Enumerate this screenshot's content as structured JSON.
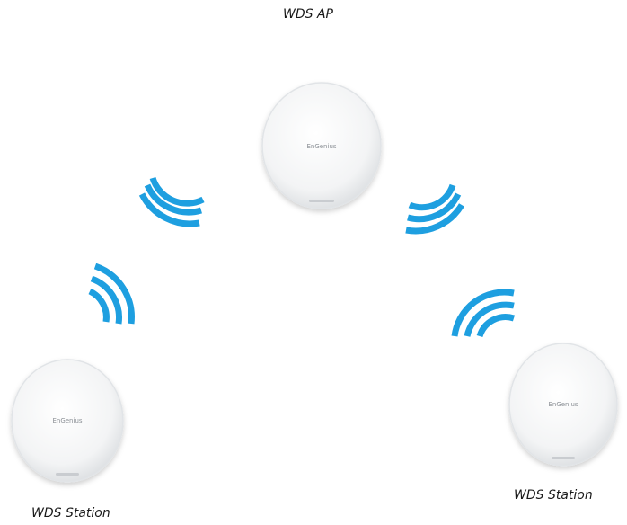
{
  "nodes": {
    "ap": {
      "label": "WDS AP",
      "brand": "EnGenius"
    },
    "station_left": {
      "label": "WDS Station",
      "brand": "EnGenius"
    },
    "station_right": {
      "label": "WDS Station",
      "brand": "EnGenius"
    }
  },
  "colors": {
    "signal": "#1e9fe0",
    "device_body": "#f4f5f6",
    "device_rim": "#dcdfe2"
  },
  "icons": [
    "wifi-signal-icon",
    "access-point-device-icon"
  ]
}
